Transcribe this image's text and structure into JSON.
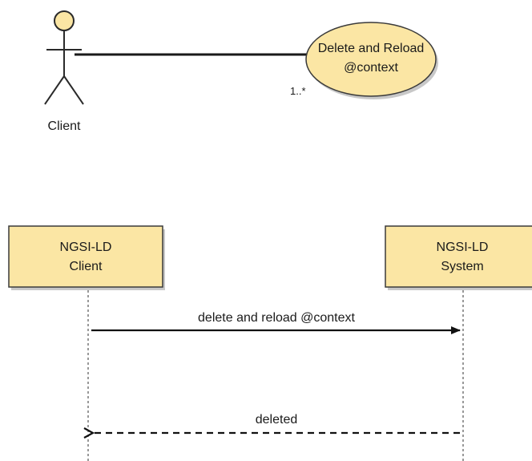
{
  "use_case": {
    "actor_label": "Client",
    "usecase_line1": "Delete and Reload",
    "usecase_line2": "@context",
    "multiplicity": "1..*",
    "colors": {
      "fill": "#fbe6a4",
      "stroke": "#3a3a3a"
    }
  },
  "sequence": {
    "participants": [
      {
        "line1": "NGSI-LD",
        "line2": "Client"
      },
      {
        "line1": "NGSI-LD",
        "line2": "System"
      }
    ],
    "messages": [
      {
        "label": "delete and reload @context",
        "style": "solid"
      },
      {
        "label": "deleted",
        "style": "dashed"
      }
    ]
  }
}
